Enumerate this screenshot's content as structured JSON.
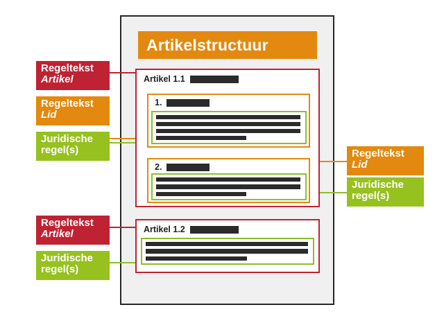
{
  "document": {
    "header_title": "Artikelstructuur",
    "articles": [
      {
        "title": "Artikel 1.1",
        "redacted": true,
        "lid": [
          {
            "number": "1.",
            "redacted": true,
            "rule_count": 4,
            "rule_widths": [
              99,
              99,
              99,
              62
            ]
          },
          {
            "number": "2.",
            "redacted": true,
            "rule_count": 3,
            "rule_widths": [
              99,
              99,
              62
            ]
          }
        ]
      },
      {
        "title": "Artikel 1.2",
        "redacted": true,
        "rule_count": 3,
        "rule_widths": [
          99,
          99,
          62
        ]
      }
    ]
  },
  "labels": {
    "left": [
      {
        "id": "artikel-1",
        "line1": "Regeltekst",
        "line2": "Artikel",
        "color": "#bf2233",
        "variant": "red"
      },
      {
        "id": "lid-1",
        "line1": "Regeltekst",
        "line2": "Lid",
        "color": "#e3890f",
        "variant": "orange"
      },
      {
        "id": "rules-1",
        "line1": "Juridische",
        "line2": "regel(s)",
        "color": "#96c11f",
        "variant": "green"
      },
      {
        "id": "artikel-2",
        "line1": "Regeltekst",
        "line2": "Artikel",
        "color": "#bf2233",
        "variant": "red"
      },
      {
        "id": "rules-2",
        "line1": "Juridische",
        "line2": "regel(s)",
        "color": "#96c11f",
        "variant": "green"
      }
    ],
    "right": [
      {
        "id": "lid-2",
        "line1": "Regeltekst",
        "line2": "Lid",
        "color": "#e3890f",
        "variant": "orange"
      },
      {
        "id": "rules-3",
        "line1": "Juridische",
        "line2": "regel(s)",
        "color": "#96c11f",
        "variant": "green"
      }
    ]
  },
  "colors": {
    "accent_orange": "#e3890f",
    "accent_red": "#bf2233",
    "accent_green": "#96c11f",
    "rule_green_border": "#8cbf2a",
    "redaction": "#2b2b2b",
    "panel_background": "#f0f0f0",
    "panel_border": "#262626",
    "page_background": "#ffffff"
  }
}
